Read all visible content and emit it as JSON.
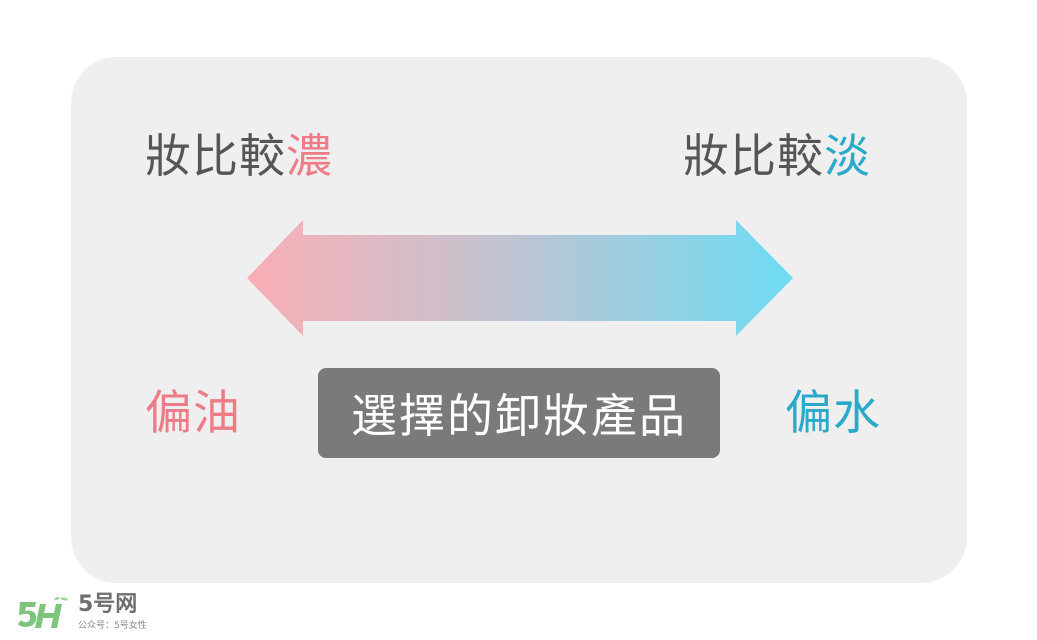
{
  "diagram": {
    "top_left": {
      "prefix": "妝比較",
      "emphasis": "濃",
      "prefix_color": "#555555",
      "emphasis_color": "#ee7b86"
    },
    "top_right": {
      "prefix": "妝比較",
      "emphasis": "淡",
      "prefix_color": "#555555",
      "emphasis_color": "#2aa9c9"
    },
    "arrow": {
      "type": "double-headed-arrow",
      "gradient_start": "#f9aeb4",
      "gradient_end": "#6ddcf3"
    },
    "bottom_left": {
      "text": "偏油",
      "color": "#ee7b86"
    },
    "bottom_right": {
      "text": "偏水",
      "color": "#2aa9c9"
    },
    "center_label": {
      "text": "選擇的卸妝產品",
      "background": "#7b7a7a",
      "color": "#ffffff"
    }
  },
  "watermark": {
    "logo_icon": "5h-leaf-logo",
    "title": "5号网",
    "subtitle": "公众号：5号女性",
    "color": "#7dc47d"
  }
}
